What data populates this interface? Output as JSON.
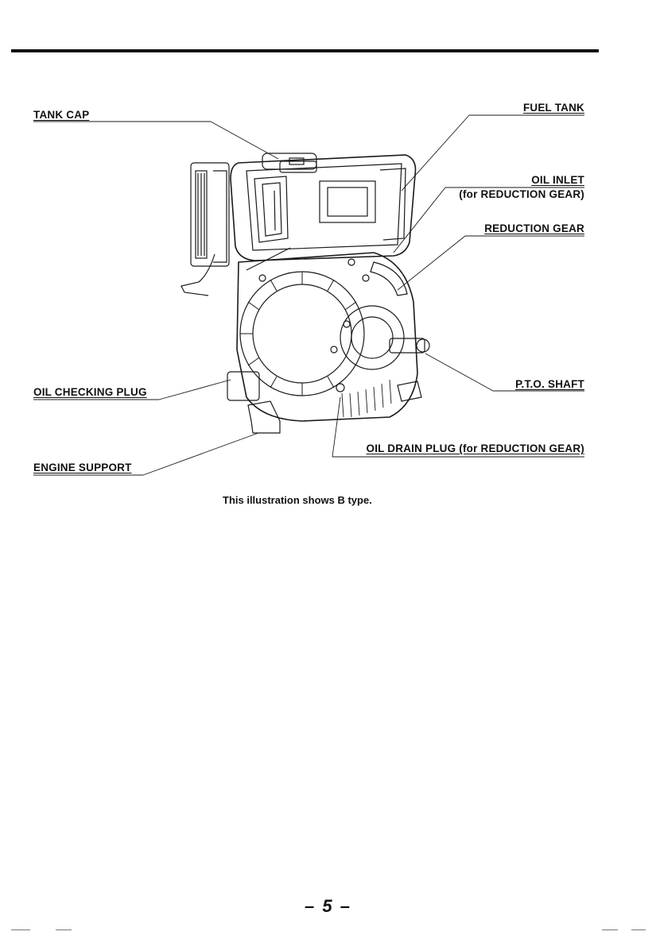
{
  "labels": {
    "tank_cap": "TANK CAP",
    "fuel_tank": "FUEL TANK",
    "oil_inlet_1": "OIL INLET",
    "oil_inlet_2": "(for REDUCTION GEAR)",
    "reduction_gear": "REDUCTION GEAR",
    "oil_checking_plug": "OIL CHECKING PLUG",
    "pto_shaft": "P.T.O. SHAFT",
    "oil_drain_plug": "OIL DRAIN PLUG  (for REDUCTION GEAR)",
    "engine_support": "ENGINE SUPPORT"
  },
  "caption": "This illustration shows B type.",
  "page_number": "– 5 –"
}
